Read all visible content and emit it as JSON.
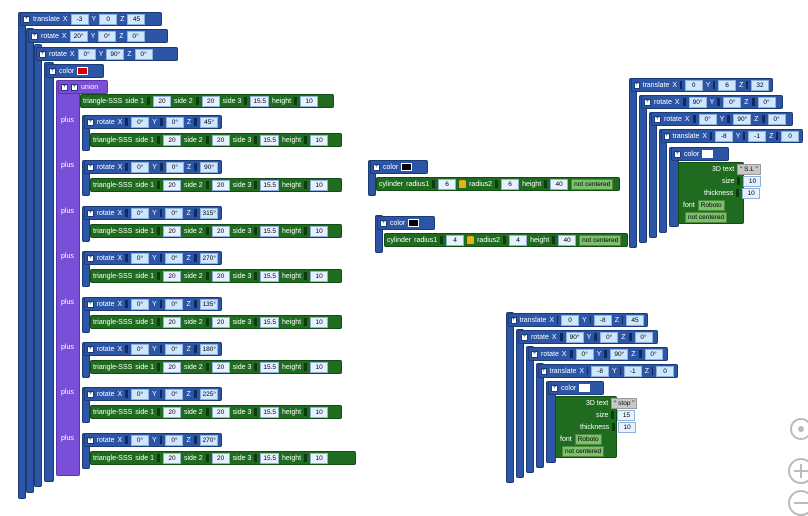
{
  "labels": {
    "translate": "translate",
    "rotate": "rotate",
    "color": "color",
    "union": "union",
    "plus": "plus",
    "x": "X",
    "y": "Y",
    "z": "Z",
    "triangle": "triangle-SSS",
    "side1": "side 1",
    "side2": "side 2",
    "side3": "side 3",
    "height": "height",
    "cylinder": "cylinder",
    "radius1": "radius1",
    "radius2": "radius2",
    "not_centered": "not centered",
    "text3d": "3D text",
    "size": "size",
    "thickness": "thickness",
    "font": "font",
    "font_value": "Roboto"
  },
  "left": {
    "translate": {
      "x": "-3",
      "y": "0",
      "z": "45"
    },
    "rotate1": {
      "x": "20°",
      "y": "0°",
      "z": "0°"
    },
    "rotate2": {
      "x": "0°",
      "y": "90°",
      "z": "0°"
    },
    "first_triangle": {
      "s1": "20",
      "s2": "20",
      "s3": "15.5",
      "h": "10"
    },
    "plus_items": [
      {
        "rz": "45°"
      },
      {
        "rz": "90°"
      },
      {
        "rz": "315°"
      },
      {
        "rz": "270°"
      },
      {
        "rz": "135°"
      },
      {
        "rz": "180°"
      },
      {
        "rz": "225°"
      },
      {
        "rz": "270°"
      }
    ],
    "tri": {
      "s1": "20",
      "s2": "20",
      "s3": "15.5",
      "h": "10",
      "rx": "0°",
      "ry": "0°"
    }
  },
  "cyl1": {
    "r1": "6",
    "r2": "6",
    "h": "40"
  },
  "cyl2": {
    "r1": "4",
    "r2": "4",
    "h": "40"
  },
  "topright": {
    "translate": {
      "x": "0",
      "y": "6",
      "z": "32"
    },
    "rotate1": {
      "x": "90°",
      "y": "0°",
      "z": "0°"
    },
    "rotate2": {
      "x": "0°",
      "y": "90°",
      "z": "0°"
    },
    "translate2": {
      "x": "-8",
      "y": "-1",
      "z": "0"
    },
    "text": "S.L",
    "size": "10",
    "thickness": "10"
  },
  "bottomright": {
    "translate": {
      "x": "0",
      "y": "-8",
      "z": "45"
    },
    "rotate1": {
      "x": "90°",
      "y": "0°",
      "z": "0°"
    },
    "rotate2": {
      "x": "0°",
      "y": "90°",
      "z": "0°"
    },
    "translate2": {
      "x": "-8",
      "y": "-1",
      "z": "0"
    },
    "text": "stop",
    "size": "15",
    "thickness": "10"
  },
  "colors": {
    "red": "#d40000",
    "black": "#000000",
    "white": "#ffffff"
  },
  "icons": [
    "gear-icon",
    "lock-icon",
    "target-icon",
    "zoom-in-icon",
    "zoom-out-icon"
  ]
}
